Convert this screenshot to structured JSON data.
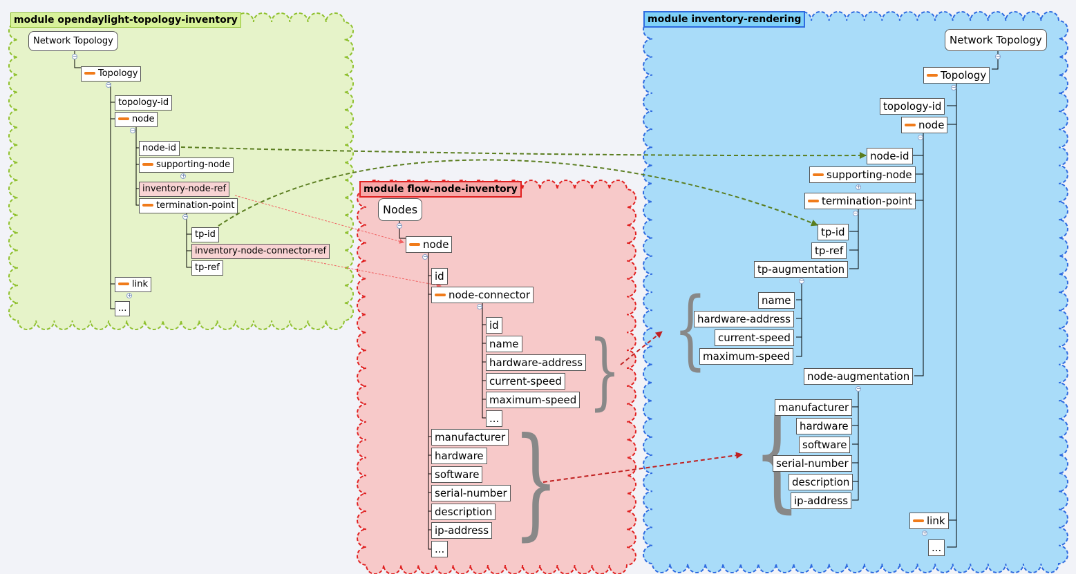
{
  "modules": {
    "topology": {
      "title": "module opendaylight-topology-inventory",
      "root": "Network Topology",
      "topology": "Topology",
      "topology_id": "topology-id",
      "node": "node",
      "node_id": "node-id",
      "supporting_node": "supporting-node",
      "inventory_node_ref": "inventory-node-ref",
      "termination_point": "termination-point",
      "tp_id": "tp-id",
      "inventory_node_connector_ref": "inventory-node-connector-ref",
      "tp_ref": "tp-ref",
      "link": "link",
      "ellipsis": "..."
    },
    "flow": {
      "title": "module flow-node-inventory",
      "root": "Nodes",
      "node": "node",
      "id": "id",
      "node_connector": "node-connector",
      "nc_id": "id",
      "nc_name": "name",
      "nc_hardware_address": "hardware-address",
      "nc_current_speed": "current-speed",
      "nc_maximum_speed": "maximum-speed",
      "nc_ellipsis": "...",
      "manufacturer": "manufacturer",
      "hardware": "hardware",
      "software": "software",
      "serial_number": "serial-number",
      "description": "description",
      "ip_address": "ip-address",
      "ellipsis": "..."
    },
    "rendering": {
      "title": "module inventory-rendering",
      "root": "Network Topology",
      "topology": "Topology",
      "topology_id": "topology-id",
      "node": "node",
      "node_id": "node-id",
      "supporting_node": "supporting-node",
      "termination_point": "termination-point",
      "tp_id": "tp-id",
      "tp_ref": "tp-ref",
      "tp_augmentation": "tp-augmentation",
      "aug_name": "name",
      "aug_hardware_address": "hardware-address",
      "aug_current_speed": "current-speed",
      "aug_maximum_speed": "maximum-speed",
      "node_augmentation": "node-augmentation",
      "manufacturer": "manufacturer",
      "hardware": "hardware",
      "software": "software",
      "serial_number": "serial-number",
      "description": "description",
      "ip_address": "ip-address",
      "link": "link",
      "ellipsis": "..."
    }
  },
  "colors": {
    "green_cloud_fill": "#e6f3c9",
    "green_cloud_stroke": "#8fc02e",
    "red_cloud_fill": "#f7c9c9",
    "red_cloud_stroke": "#e02020",
    "blue_cloud_fill": "#a9dcf9",
    "blue_cloud_stroke": "#2e6be0",
    "green_arrow": "#5a7d1f",
    "red_arrow": "#c02020",
    "ref_line": "#f06060",
    "expander_bar": "#f07b1a"
  }
}
